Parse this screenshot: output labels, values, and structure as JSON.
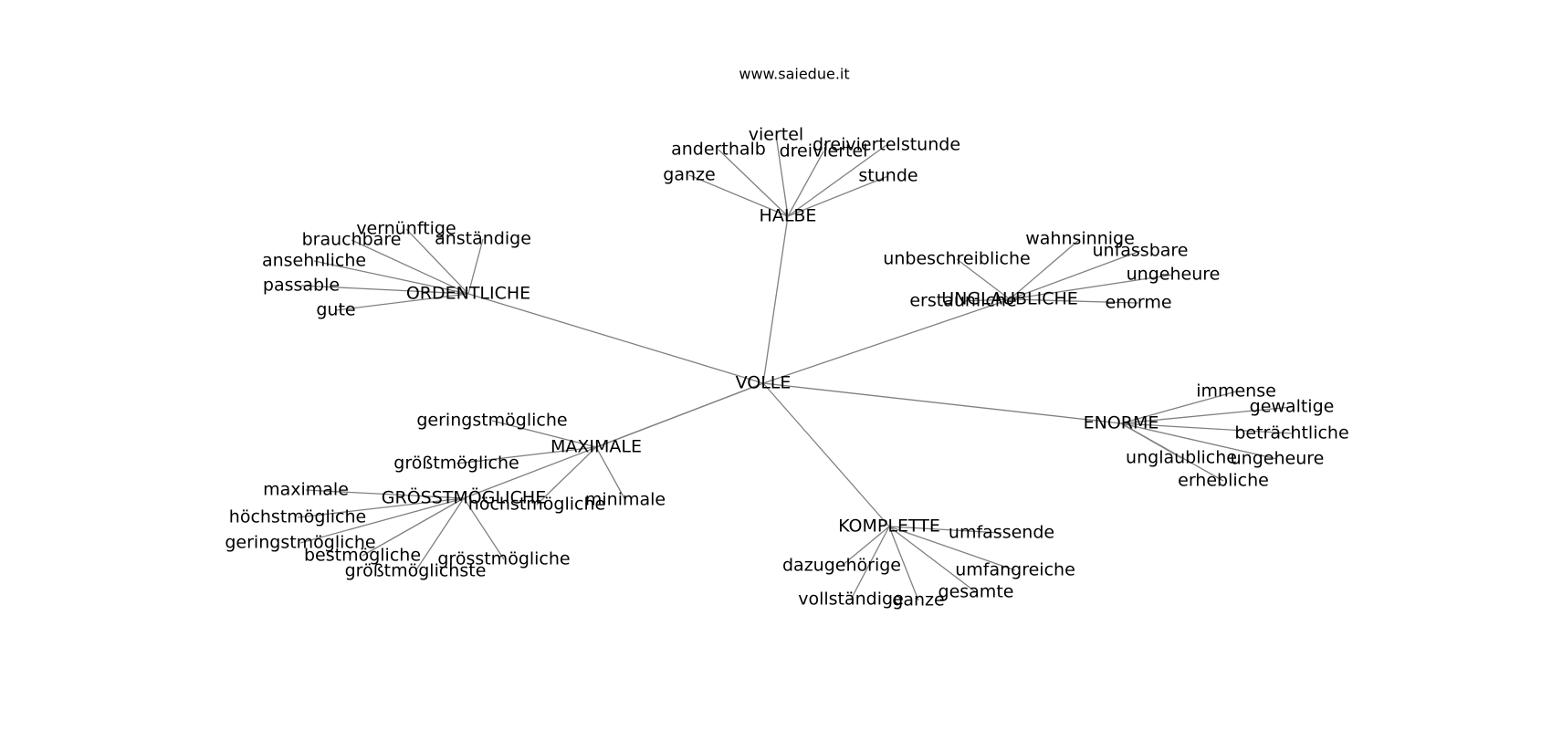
{
  "site": "www.saiedue.it",
  "graph": {
    "root": "VOLLE",
    "groups": [
      {
        "hub": "HALBE",
        "leaves": [
          "viertel",
          "anderthalb",
          "dreiviertel",
          "dreiviertelstunde",
          "ganze",
          "stunde"
        ]
      },
      {
        "hub": "ORDENTLICHE",
        "leaves": [
          "vernünftige",
          "brauchbare",
          "anständige",
          "ansehnliche",
          "passable",
          "gute"
        ]
      },
      {
        "hub": "UNGLAUBLICHE",
        "leaves": [
          "wahnsinnige",
          "unfassbare",
          "unbeschreibliche",
          "ungeheure",
          "erstaunliche",
          "enorme"
        ]
      },
      {
        "hub": "ENORME",
        "leaves": [
          "immense",
          "gewaltige",
          "beträchtliche",
          "unglaubliche",
          "ungeheure",
          "erhebliche"
        ]
      },
      {
        "hub": "MAXIMALE",
        "leaves": [
          "geringstmögliche",
          "größtmögliche",
          "höchstmögliche",
          "minimale"
        ]
      },
      {
        "hub": "GRÖSSTMÖGLICHE",
        "leaves": [
          "maximale",
          "höchstmögliche",
          "geringstmögliche",
          "bestmögliche",
          "größtmöglichste",
          "grösstmögliche"
        ]
      },
      {
        "hub": "KOMPLETTE",
        "leaves": [
          "umfassende",
          "dazugehörige",
          "umfangreiche",
          "vollständige",
          "ganze",
          "gesamte"
        ]
      }
    ]
  }
}
